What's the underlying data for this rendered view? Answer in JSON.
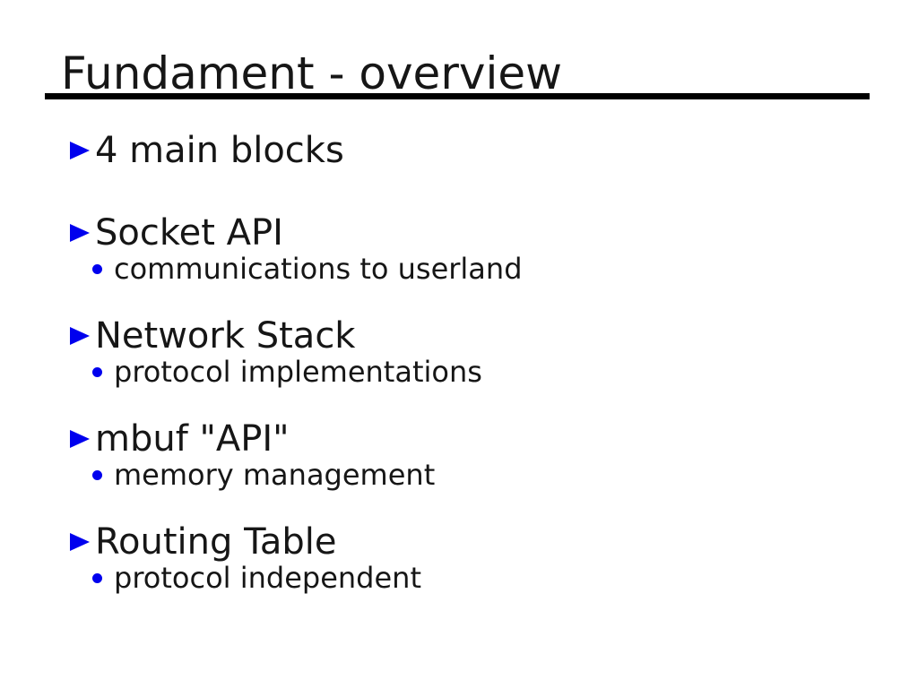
{
  "slide": {
    "title": "Fundament - overview",
    "items": [
      {
        "label": "4 main blocks"
      },
      {
        "label": "Socket API",
        "sub": "communications to userland"
      },
      {
        "label": "Network Stack",
        "sub": "protocol implementations"
      },
      {
        "label": "mbuf \"API\"",
        "sub": "memory management"
      },
      {
        "label": "Routing Table",
        "sub": "protocol independent"
      }
    ],
    "colors": {
      "bullet_blue": "#0000ee",
      "text": "#161616",
      "underline": "#000000",
      "background": "#ffffff"
    }
  }
}
